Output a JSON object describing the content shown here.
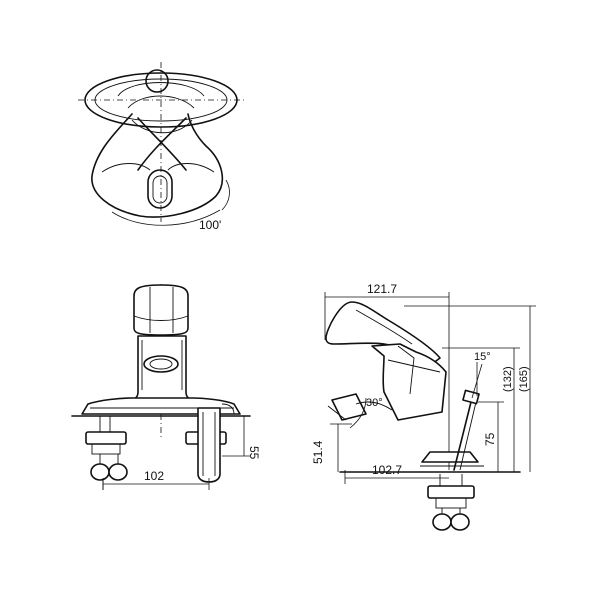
{
  "drawing": {
    "top_view": {
      "rotation_label": "100'"
    },
    "front_view": {
      "width_label": "102",
      "height_label": "55"
    },
    "side_view": {
      "reach_label": "121.7",
      "base_length_label": "102.7",
      "lever_height_label": "51.4",
      "spout_height_label": "75",
      "total_height_a_label": "(132)",
      "total_height_b_label": "(165)",
      "angle_a_label": "15°",
      "angle_b_label": "30°"
    }
  }
}
